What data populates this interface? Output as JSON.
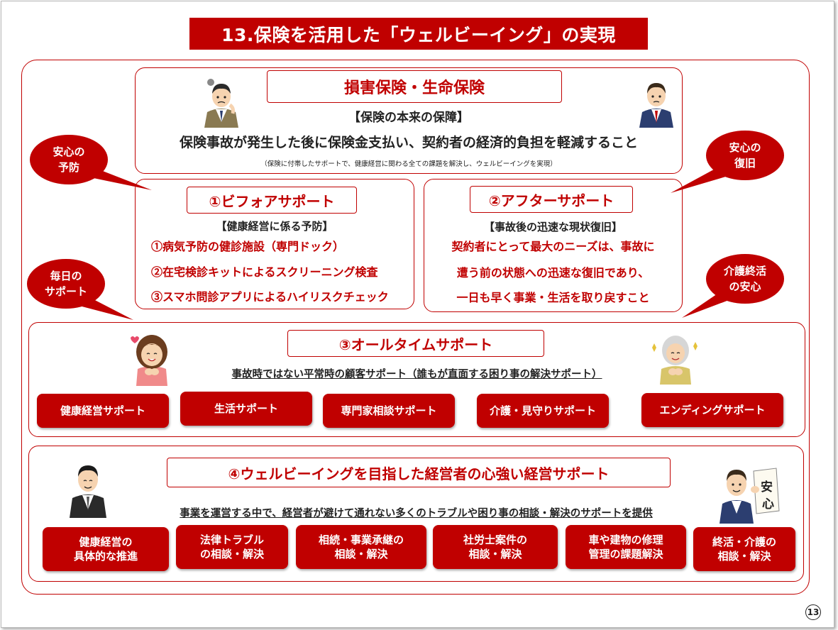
{
  "title": "13.保険を活用した「ウェルビーイング」の実現",
  "top_section": {
    "heading": "損害保険・生命保険",
    "subheading": "【保険の本来の保障】",
    "main_text": "保険事故が発生した後に保険金支払い、契約者の経済的負担を軽減すること",
    "note": "（保険に付帯したサポートで、健康経営に関わる全ての課題を解決し、ウェルビーイングを実現）"
  },
  "before_support": {
    "heading": "①ビフォアサポート",
    "subheading": "【健康経営に係る予防】",
    "items": [
      "①病気予防の健診施設（専門ドック）",
      "②在宅検診キットによるスクリーニング検査",
      "③スマホ問診アプリによるハイリスクチェック"
    ]
  },
  "after_support": {
    "heading": "②アフターサポート",
    "subheading": "【事故後の迅速な現状復旧】",
    "lines": [
      "契約者にとって最大のニーズは、事故に",
      "遭う前の状態への迅速な復旧であり、",
      "一日も早く事業・生活を取り戻すこと"
    ]
  },
  "bubbles": {
    "prevention": [
      "安心の",
      "予防"
    ],
    "recovery": [
      "安心の",
      "復旧"
    ],
    "daily": [
      "毎日の",
      "サポート"
    ],
    "care": [
      "介護終活",
      "の安心"
    ]
  },
  "alltime_support": {
    "heading": "③オールタイムサポート",
    "subheading": "事故時ではない平常時の顧客サポート（誰もが直面する困り事の解決サポート）",
    "buttons": [
      "健康経営サポート",
      "生活サポート",
      "専門家相談サポート",
      "介護・見守りサポート",
      "エンディングサポート"
    ]
  },
  "management_support": {
    "heading": "④ウェルビーイングを目指した経営者の心強い経営サポート",
    "subheading": "事業を運営する中で、経営者が避けて通れない多くのトラブルや困り事の相談・解決のサポートを提供",
    "buttons": [
      [
        "健康経営の",
        "具体的な推進"
      ],
      [
        "法律トラブル",
        "の相談・解決"
      ],
      [
        "相続・事業承継の",
        "相談・解決"
      ],
      [
        "社労士案件の",
        "相談・解決"
      ],
      [
        "車や建物の修理",
        "管理の課題解決"
      ],
      [
        "終活・介護の",
        "相談・解決"
      ]
    ],
    "sign_text": [
      "安",
      "心"
    ]
  },
  "page_number": "13",
  "colors": {
    "accent": "#c00000",
    "text": "#222222"
  }
}
